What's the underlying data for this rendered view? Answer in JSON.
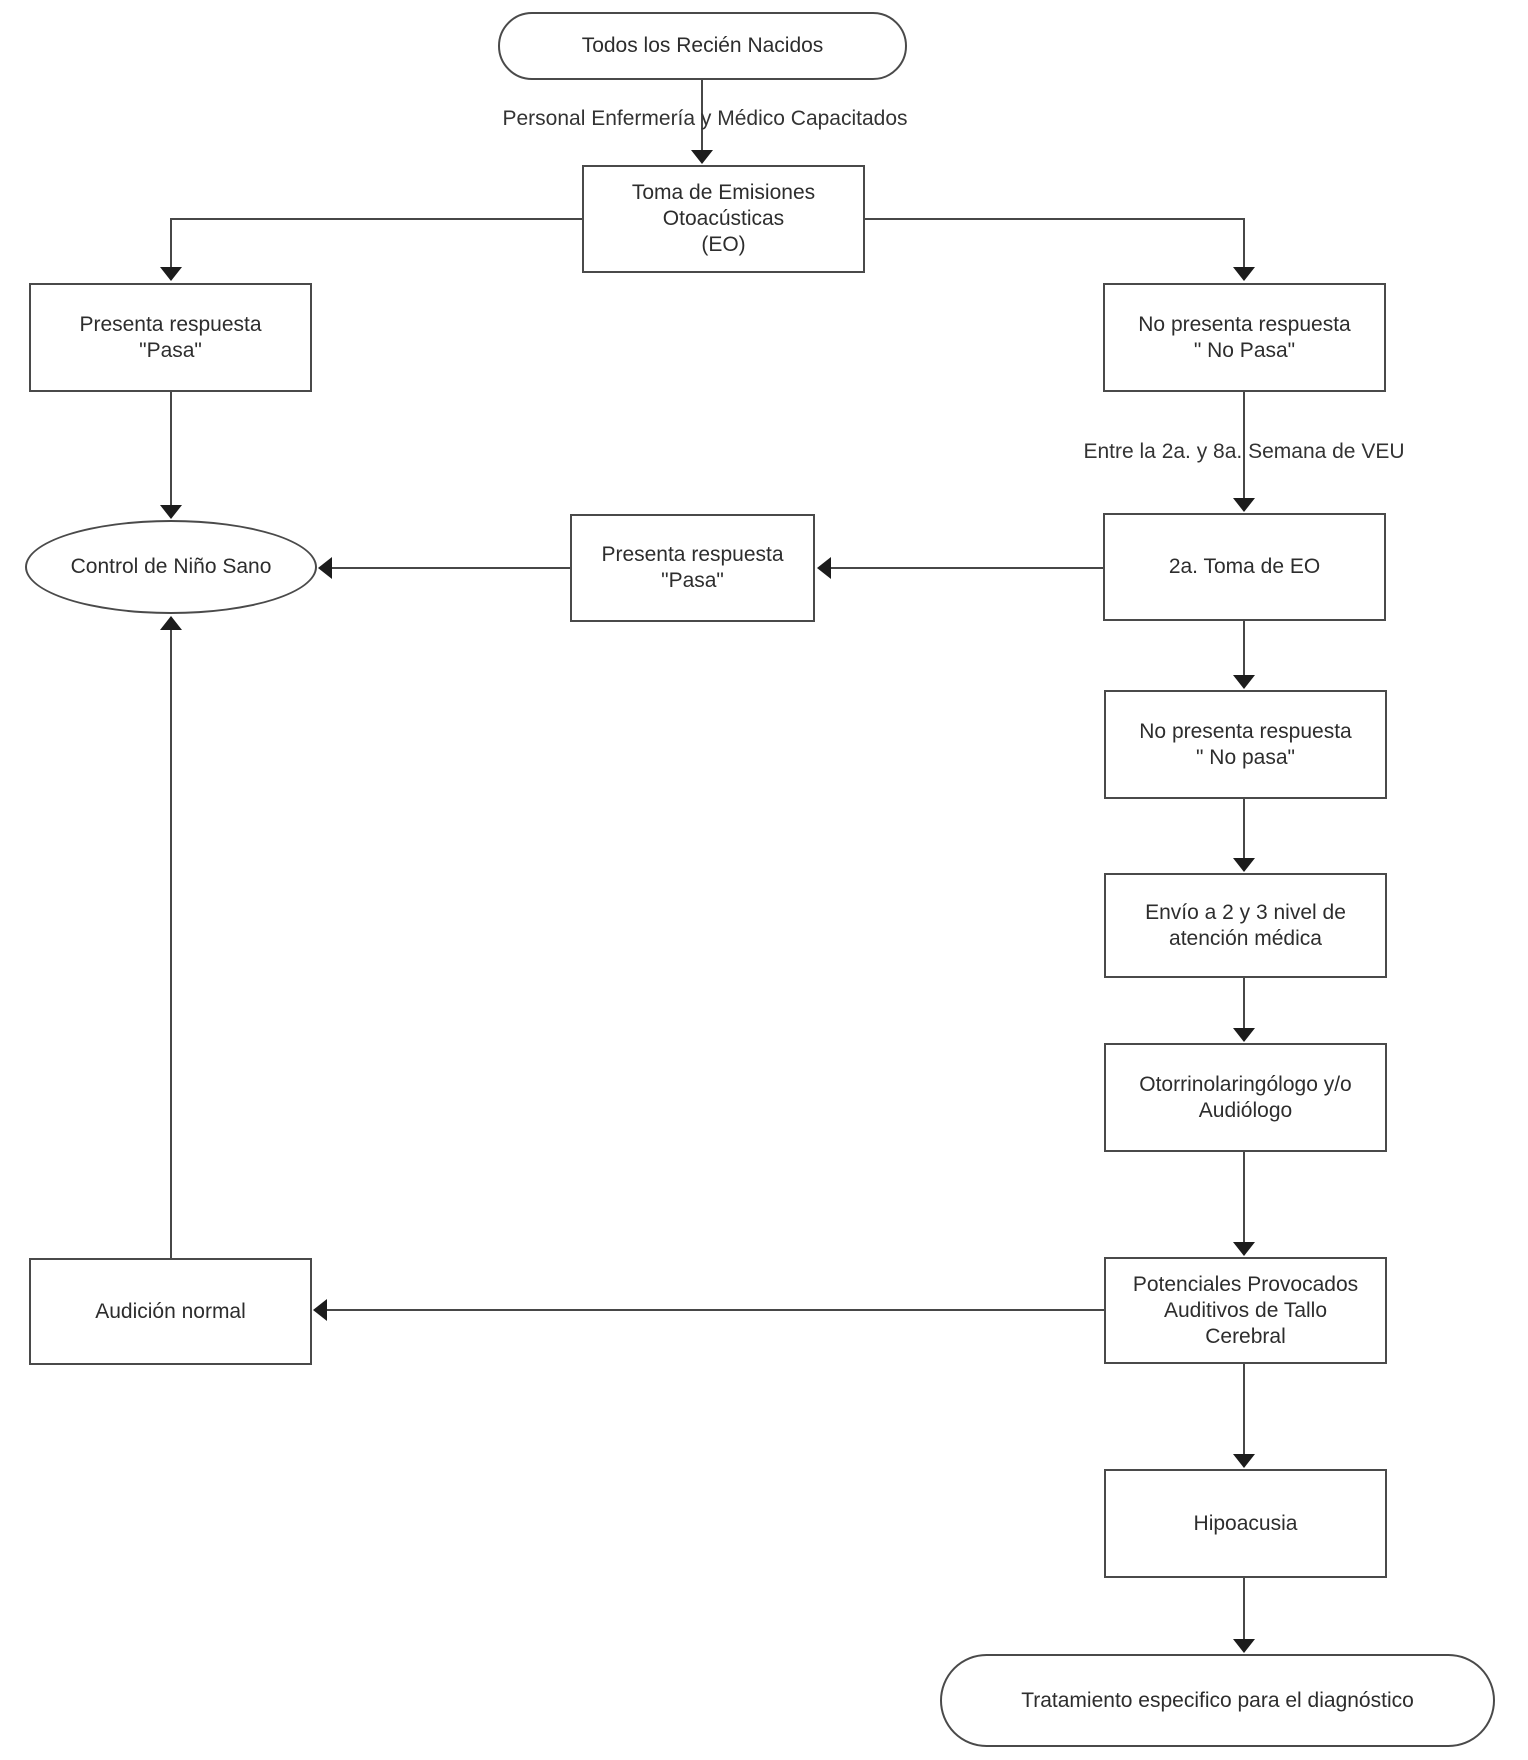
{
  "colors": {
    "background": "#ffffff",
    "line": "#474747",
    "arrowhead": "#1c1c1c",
    "node_border": "#4a4a4a",
    "text": "#2d2d2d"
  },
  "nodes": {
    "start": {
      "shape": "terminator",
      "lines": [
        "Todos los Recién Nacidos"
      ]
    },
    "toma_eo": {
      "shape": "process",
      "lines": [
        "Toma de Emisiones",
        "Otoacústicas",
        "(EO)"
      ]
    },
    "presenta_pasa_1": {
      "shape": "process",
      "lines": [
        "Presenta respuesta",
        "\"Pasa\""
      ]
    },
    "no_presenta_1": {
      "shape": "process",
      "lines": [
        "No presenta respuesta",
        "\" No Pasa\""
      ]
    },
    "segunda_toma_eo": {
      "shape": "process",
      "lines": [
        "2a. Toma de EO"
      ]
    },
    "presenta_pasa_2": {
      "shape": "process",
      "lines": [
        "Presenta respuesta",
        "\"Pasa\""
      ]
    },
    "control_nino_sano": {
      "shape": "ellipse",
      "lines": [
        "Control de Niño Sano"
      ]
    },
    "no_presenta_2": {
      "shape": "process",
      "lines": [
        "No presenta respuesta",
        "\" No pasa\""
      ]
    },
    "envio_nivel": {
      "shape": "process",
      "lines": [
        "Envío a 2 y 3 nivel de",
        "atención médica"
      ]
    },
    "otorrino": {
      "shape": "process",
      "lines": [
        "Otorrinolaringólogo y/o",
        "Audiólogo"
      ]
    },
    "potenciales": {
      "shape": "process",
      "lines": [
        "Potenciales Provocados",
        "Auditivos de Tallo",
        "Cerebral"
      ]
    },
    "audicion_normal": {
      "shape": "process",
      "lines": [
        "Audición normal"
      ]
    },
    "hipoacusia": {
      "shape": "process",
      "lines": [
        "Hipoacusia"
      ]
    },
    "tratamiento": {
      "shape": "terminator",
      "lines": [
        "Tratamiento especifico para el diagnóstico"
      ]
    }
  },
  "edge_labels": {
    "personal": "Personal Enfermería y Médico Capacitados",
    "entre_semana": "Entre la 2a. y 8a. Semana de VEU"
  }
}
